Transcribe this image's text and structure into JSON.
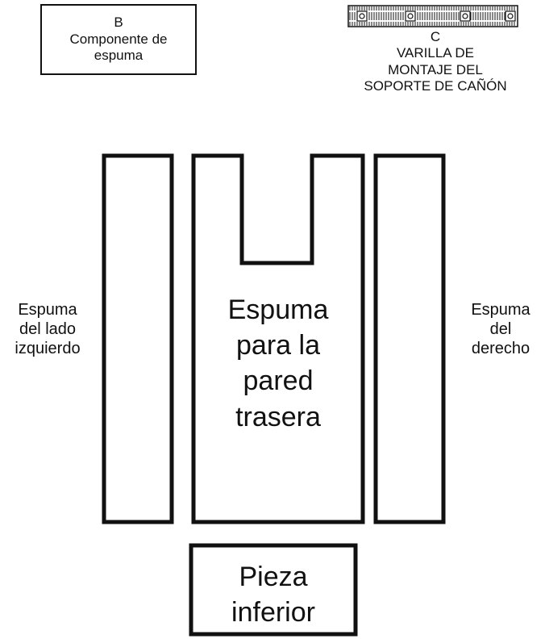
{
  "part_b": {
    "letter": "B",
    "line1": "Componente de",
    "line2": "espuma"
  },
  "part_c": {
    "letter": "C",
    "line1": "VARILLA DE",
    "line2": "MONTAJE DEL",
    "line3": "SOPORTE DE CAÑÓN"
  },
  "left_foam": {
    "line1": "Espuma",
    "line2": "del lado",
    "line3": "izquierdo"
  },
  "back_wall_foam": {
    "line1": "Espuma",
    "line2": "para la",
    "line3": "pared",
    "line4": "trasera"
  },
  "right_foam": {
    "line1": "Espuma",
    "line2": "del",
    "line3": "derecho"
  },
  "bottom_piece": {
    "line1": "Pieza",
    "line2": "inferior"
  },
  "colors": {
    "stroke": "#111111",
    "background": "#ffffff"
  }
}
